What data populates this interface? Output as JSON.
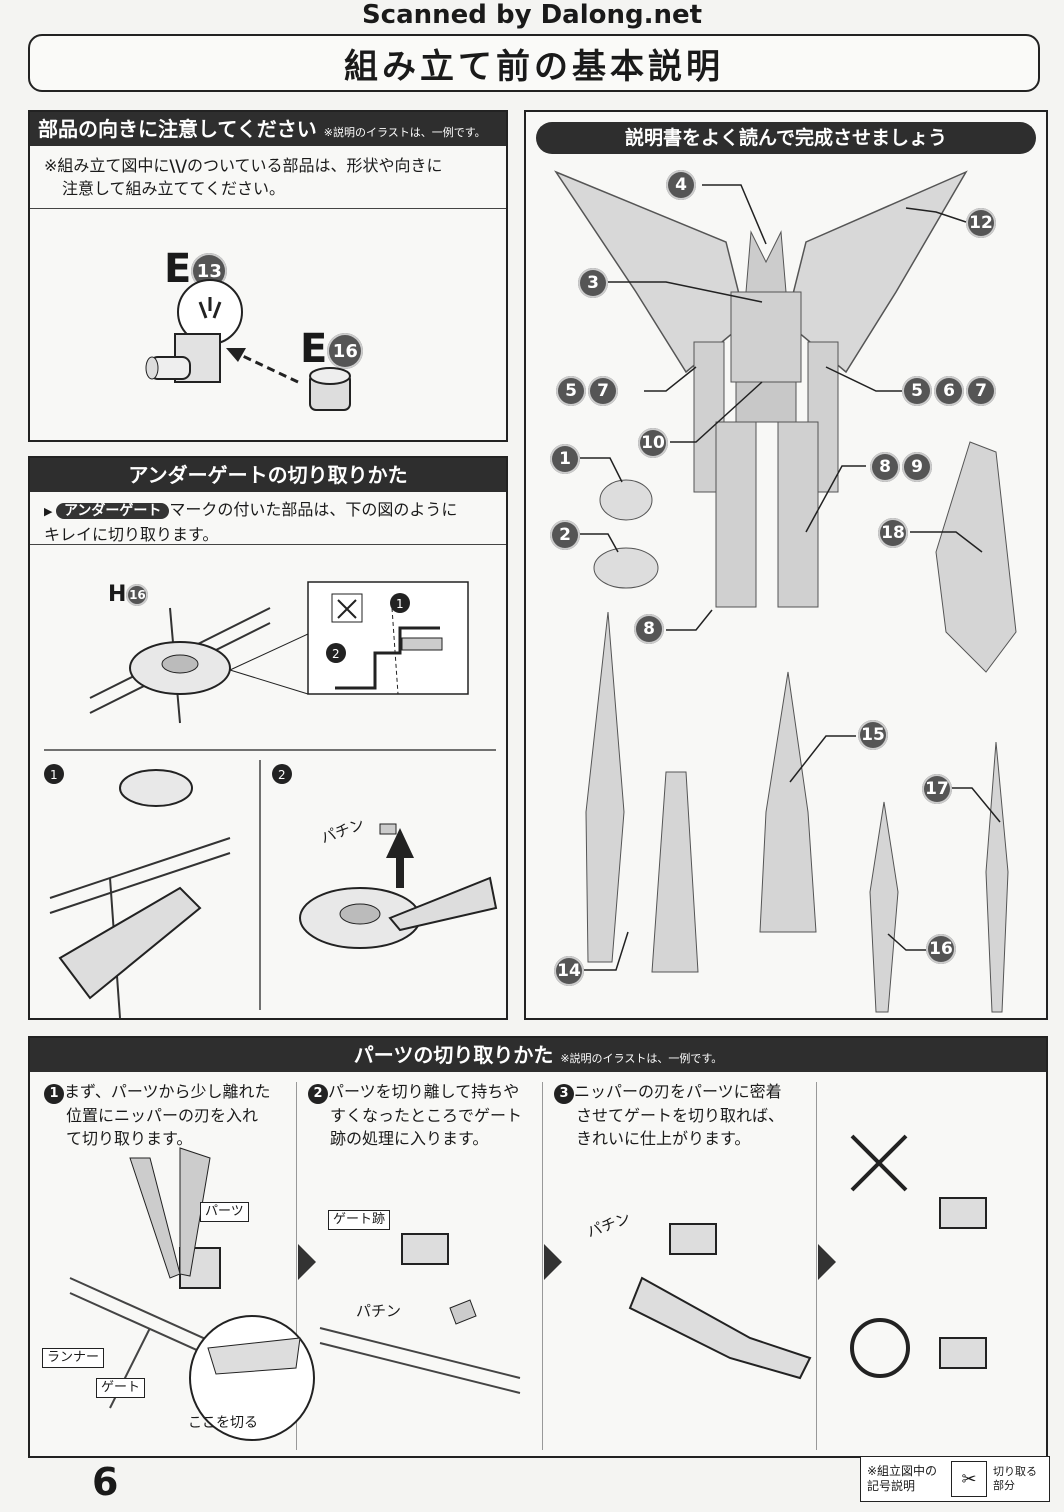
{
  "scan_credit": "Scanned by Dalong.net",
  "page_title": "組み立て前の基本説明",
  "orientation": {
    "title": "部品の向きに注意してください",
    "note": "※説明のイラストは、一例です。",
    "body_line1": "※組み立て図中に",
    "body_line1b": "のついている部品は、形状や向きに",
    "body_line2": "注意して組み立ててください。",
    "part_a": "E",
    "part_a_num": "13",
    "part_b": "E",
    "part_b_num": "16"
  },
  "undergate": {
    "title": "アンダーゲートの切り取りかた",
    "badge": "アンダーゲート",
    "body_line1": "マークの付いた部品は、下の図のように",
    "body_line2": "キレイに切り取ります。",
    "part": "H",
    "part_num": "16",
    "step1": "1",
    "step2": "2",
    "sfx": "パチン"
  },
  "complete": {
    "title": "説明書をよく読んで完成させましょう",
    "callouts": {
      "c4": [
        "4"
      ],
      "c12": [
        "12"
      ],
      "c3": [
        "3"
      ],
      "c57": [
        "5",
        "7"
      ],
      "c567": [
        "5",
        "6",
        "7"
      ],
      "c10": [
        "10"
      ],
      "c1": [
        "1"
      ],
      "c89": [
        "8",
        "9"
      ],
      "c2": [
        "2"
      ],
      "c18": [
        "18"
      ],
      "c8": [
        "8"
      ],
      "c15": [
        "15"
      ],
      "c17": [
        "17"
      ],
      "c16": [
        "16"
      ],
      "c14": [
        "14"
      ]
    }
  },
  "cutting": {
    "title": "パーツの切り取りかた",
    "note": "※説明のイラストは、一例です。",
    "step1": [
      "まず、パーツから少し離れた",
      "位置にニッパーの刃を入れ",
      "て切り取ります。"
    ],
    "step2": [
      "パーツを切り離して持ちや",
      "すくなったところでゲート",
      "跡の処理に入ります。"
    ],
    "step3": [
      "ニッパーの刃をパーツに密着",
      "させてゲートを切り取れば、",
      "きれいに仕上がります。"
    ],
    "labels": {
      "parts": "パーツ",
      "runner": "ランナー",
      "gate": "ゲート",
      "cut_here": "ここを切る",
      "gate_mark": "ゲート跡",
      "sfx": "パチン"
    }
  },
  "footer": {
    "page_number": "6",
    "legend_title_1": "※組立図中の",
    "legend_title_2": "記号説明",
    "legend_item_1": "切り取る",
    "legend_item_2": "部分"
  }
}
